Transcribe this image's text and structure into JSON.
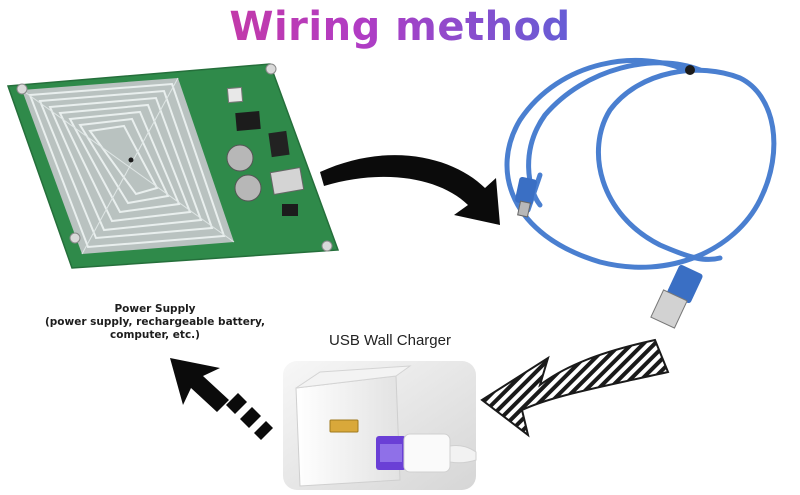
{
  "title": "Wiring method",
  "power_supply": {
    "heading": "Power Supply",
    "detail_line1": "(power supply, rechargeable battery,",
    "detail_line2": "computer, etc.)"
  },
  "charger": {
    "label": "USB Wall Charger"
  },
  "colors": {
    "title_gradient": [
      "#e0357a",
      "#b13cc4",
      "#5b62d8",
      "#3f9be0"
    ],
    "board": "#2f8a4a",
    "cable": "#4a7fd0",
    "usb_accent": "#6a3fd6"
  }
}
